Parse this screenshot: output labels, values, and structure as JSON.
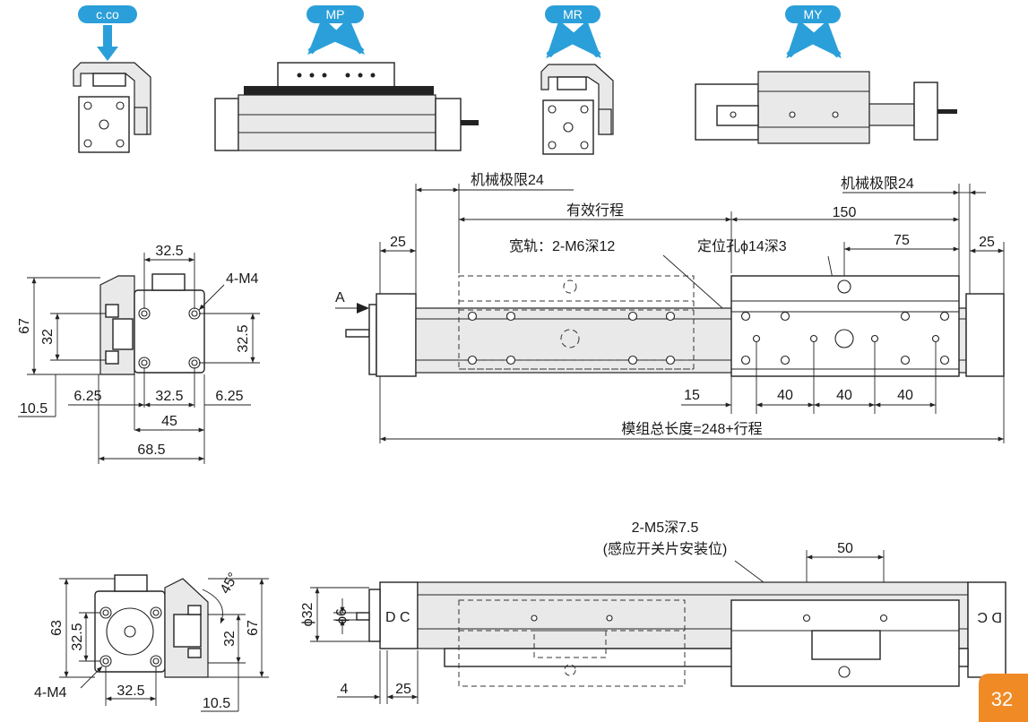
{
  "load_labels": {
    "cco": "c.co",
    "mp": "MP",
    "mr": "MR",
    "my": "MY"
  },
  "top_view": {
    "mech_limit_left": "机械极限24",
    "mech_limit_right": "机械极限24",
    "effective_stroke": "有效行程",
    "dim_150": "150",
    "dim_25_left": "25",
    "dim_25_right": "25",
    "dim_75": "75",
    "wide_rail": "宽轨：2-M6深12",
    "locating_hole": "定位孔ϕ14深3",
    "arrow_a": "A",
    "dim_15": "15",
    "dim_40_1": "40",
    "dim_40_2": "40",
    "dim_40_3": "40",
    "total_length": "模组总长度=248+行程"
  },
  "end_view": {
    "dim_32_5_top": "32.5",
    "hole_label": "4-M4",
    "dim_67": "67",
    "dim_32": "32",
    "dim_32_5_right": "32.5",
    "dim_10_5": "10.5",
    "dim_6_25_left": "6.25",
    "dim_32_5_bottom": "32.5",
    "dim_6_25_right": "6.25",
    "dim_45": "45",
    "dim_68_5": "68.5"
  },
  "motor_view": {
    "dim_63": "63",
    "dim_32_5": "32.5",
    "dim_45deg": "45°",
    "dim_32": "32",
    "dim_67": "67",
    "hole_label": "4-M4",
    "dim_32_5_bottom": "32.5",
    "dim_10_5": "10.5"
  },
  "side_view": {
    "sensor_holes": "2-M5深7.5",
    "sensor_note": "(感应开关片安装位)",
    "dim_50": "50",
    "dim_phi32": "ϕ32",
    "dim_phi6": "ϕ6",
    "dc_left": "D C",
    "dc_right": "D C",
    "dim_4": "4",
    "dim_25": "25"
  },
  "page_number": "32",
  "colors": {
    "accent": "#2b9fd9",
    "page_badge": "#f08a24"
  }
}
